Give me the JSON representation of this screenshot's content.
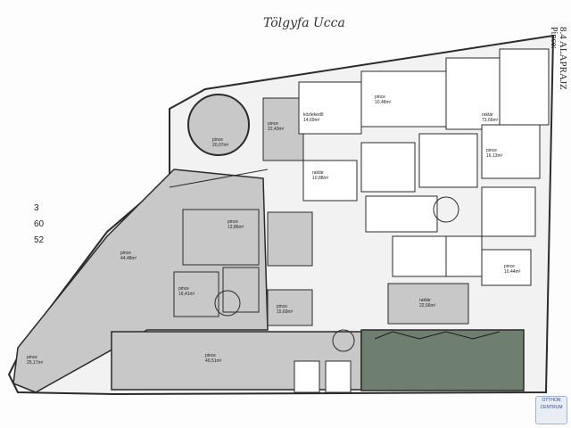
{
  "header": {
    "handwritten_title": "Tölgyfa Ucca",
    "plan_title": "8.4 ALAPRAJZ",
    "level": "Pince:"
  },
  "side_codes": [
    "3",
    "60",
    "52"
  ],
  "watermark_text": "OTTHON CENTRUM",
  "rooms": [
    {
      "name": "pince",
      "area": "20,07m²"
    },
    {
      "name": "pince",
      "area": "10,48m²"
    },
    {
      "name": "közlekedő",
      "area": "14,69m²"
    },
    {
      "name": "pince",
      "area": "44,48m²"
    },
    {
      "name": "raktár",
      "area": "73,66m²"
    },
    {
      "name": "raktár",
      "area": "10,88m²"
    },
    {
      "name": "pince",
      "area": "16,41m²"
    },
    {
      "name": "pince",
      "area": "12,86m²"
    },
    {
      "name": "pince",
      "area": "15,69m²"
    },
    {
      "name": "pince",
      "area": "40,51m²"
    },
    {
      "name": "raktár",
      "area": "22,66m²"
    },
    {
      "name": "pince",
      "area": "10,44m²"
    },
    {
      "name": "pince",
      "area": "16,13m²"
    },
    {
      "name": "pince",
      "area": "25,17m²"
    },
    {
      "name": "pince",
      "area": "22,43m²"
    }
  ],
  "colors": {
    "shaded_room": "#c8c8c8",
    "dark_room": "#6f7f6f",
    "wall": "#2b2b2b"
  }
}
